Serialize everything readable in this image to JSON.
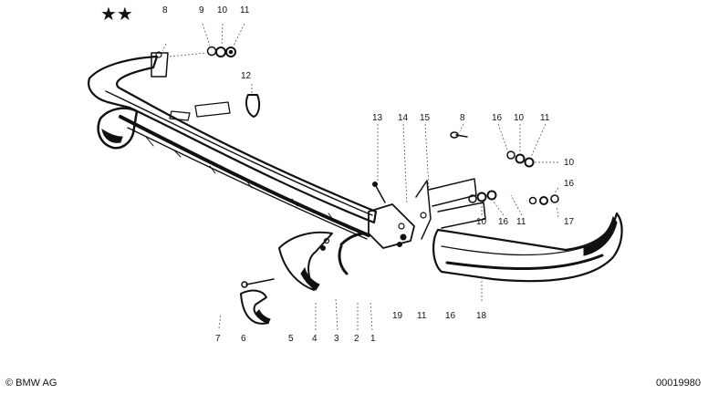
{
  "header": {
    "stars": "★★"
  },
  "footer": {
    "copyright": "© BMW AG",
    "doc_number": "00019980"
  },
  "callouts": [
    "8",
    "9",
    "10",
    "11",
    "12",
    "13",
    "14",
    "15",
    "8",
    "16",
    "10",
    "11",
    "10",
    "16",
    "10",
    "16",
    "11",
    "17",
    "19",
    "11",
    "16",
    "18",
    "7",
    "6",
    "5",
    "4",
    "3",
    "2",
    "1"
  ]
}
